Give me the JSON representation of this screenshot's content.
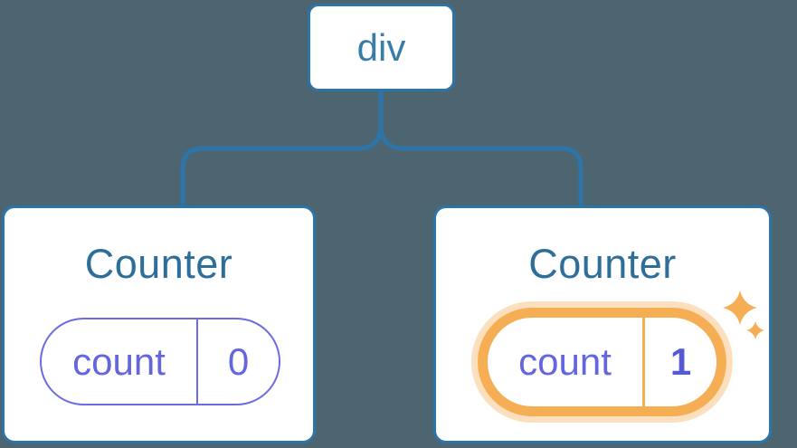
{
  "diagram": {
    "root_label": "div",
    "counters": [
      {
        "title": "Counter",
        "state_key": "count",
        "state_value": "0",
        "highlighted": false
      },
      {
        "title": "Counter",
        "state_key": "count",
        "state_value": "1",
        "highlighted": true
      }
    ]
  },
  "icons": {
    "sparkle_large": "sparkle-icon",
    "sparkle_small": "sparkle-icon"
  },
  "colors": {
    "background": "#4d6471",
    "connector_blue": "#2d75a8",
    "node_border_blue": "#2d75a8",
    "root_label_blue": "#3a7ca8",
    "title_blue": "#2e6f99",
    "state_purple": "#6366dc",
    "state_border_purple": "#6a6cdf",
    "state_value_bold_purple": "#5459d4",
    "highlight_orange": "#f6ae55",
    "highlight_halo": "rgba(246,174,85,0.38)",
    "card_background": "#ffffff"
  }
}
